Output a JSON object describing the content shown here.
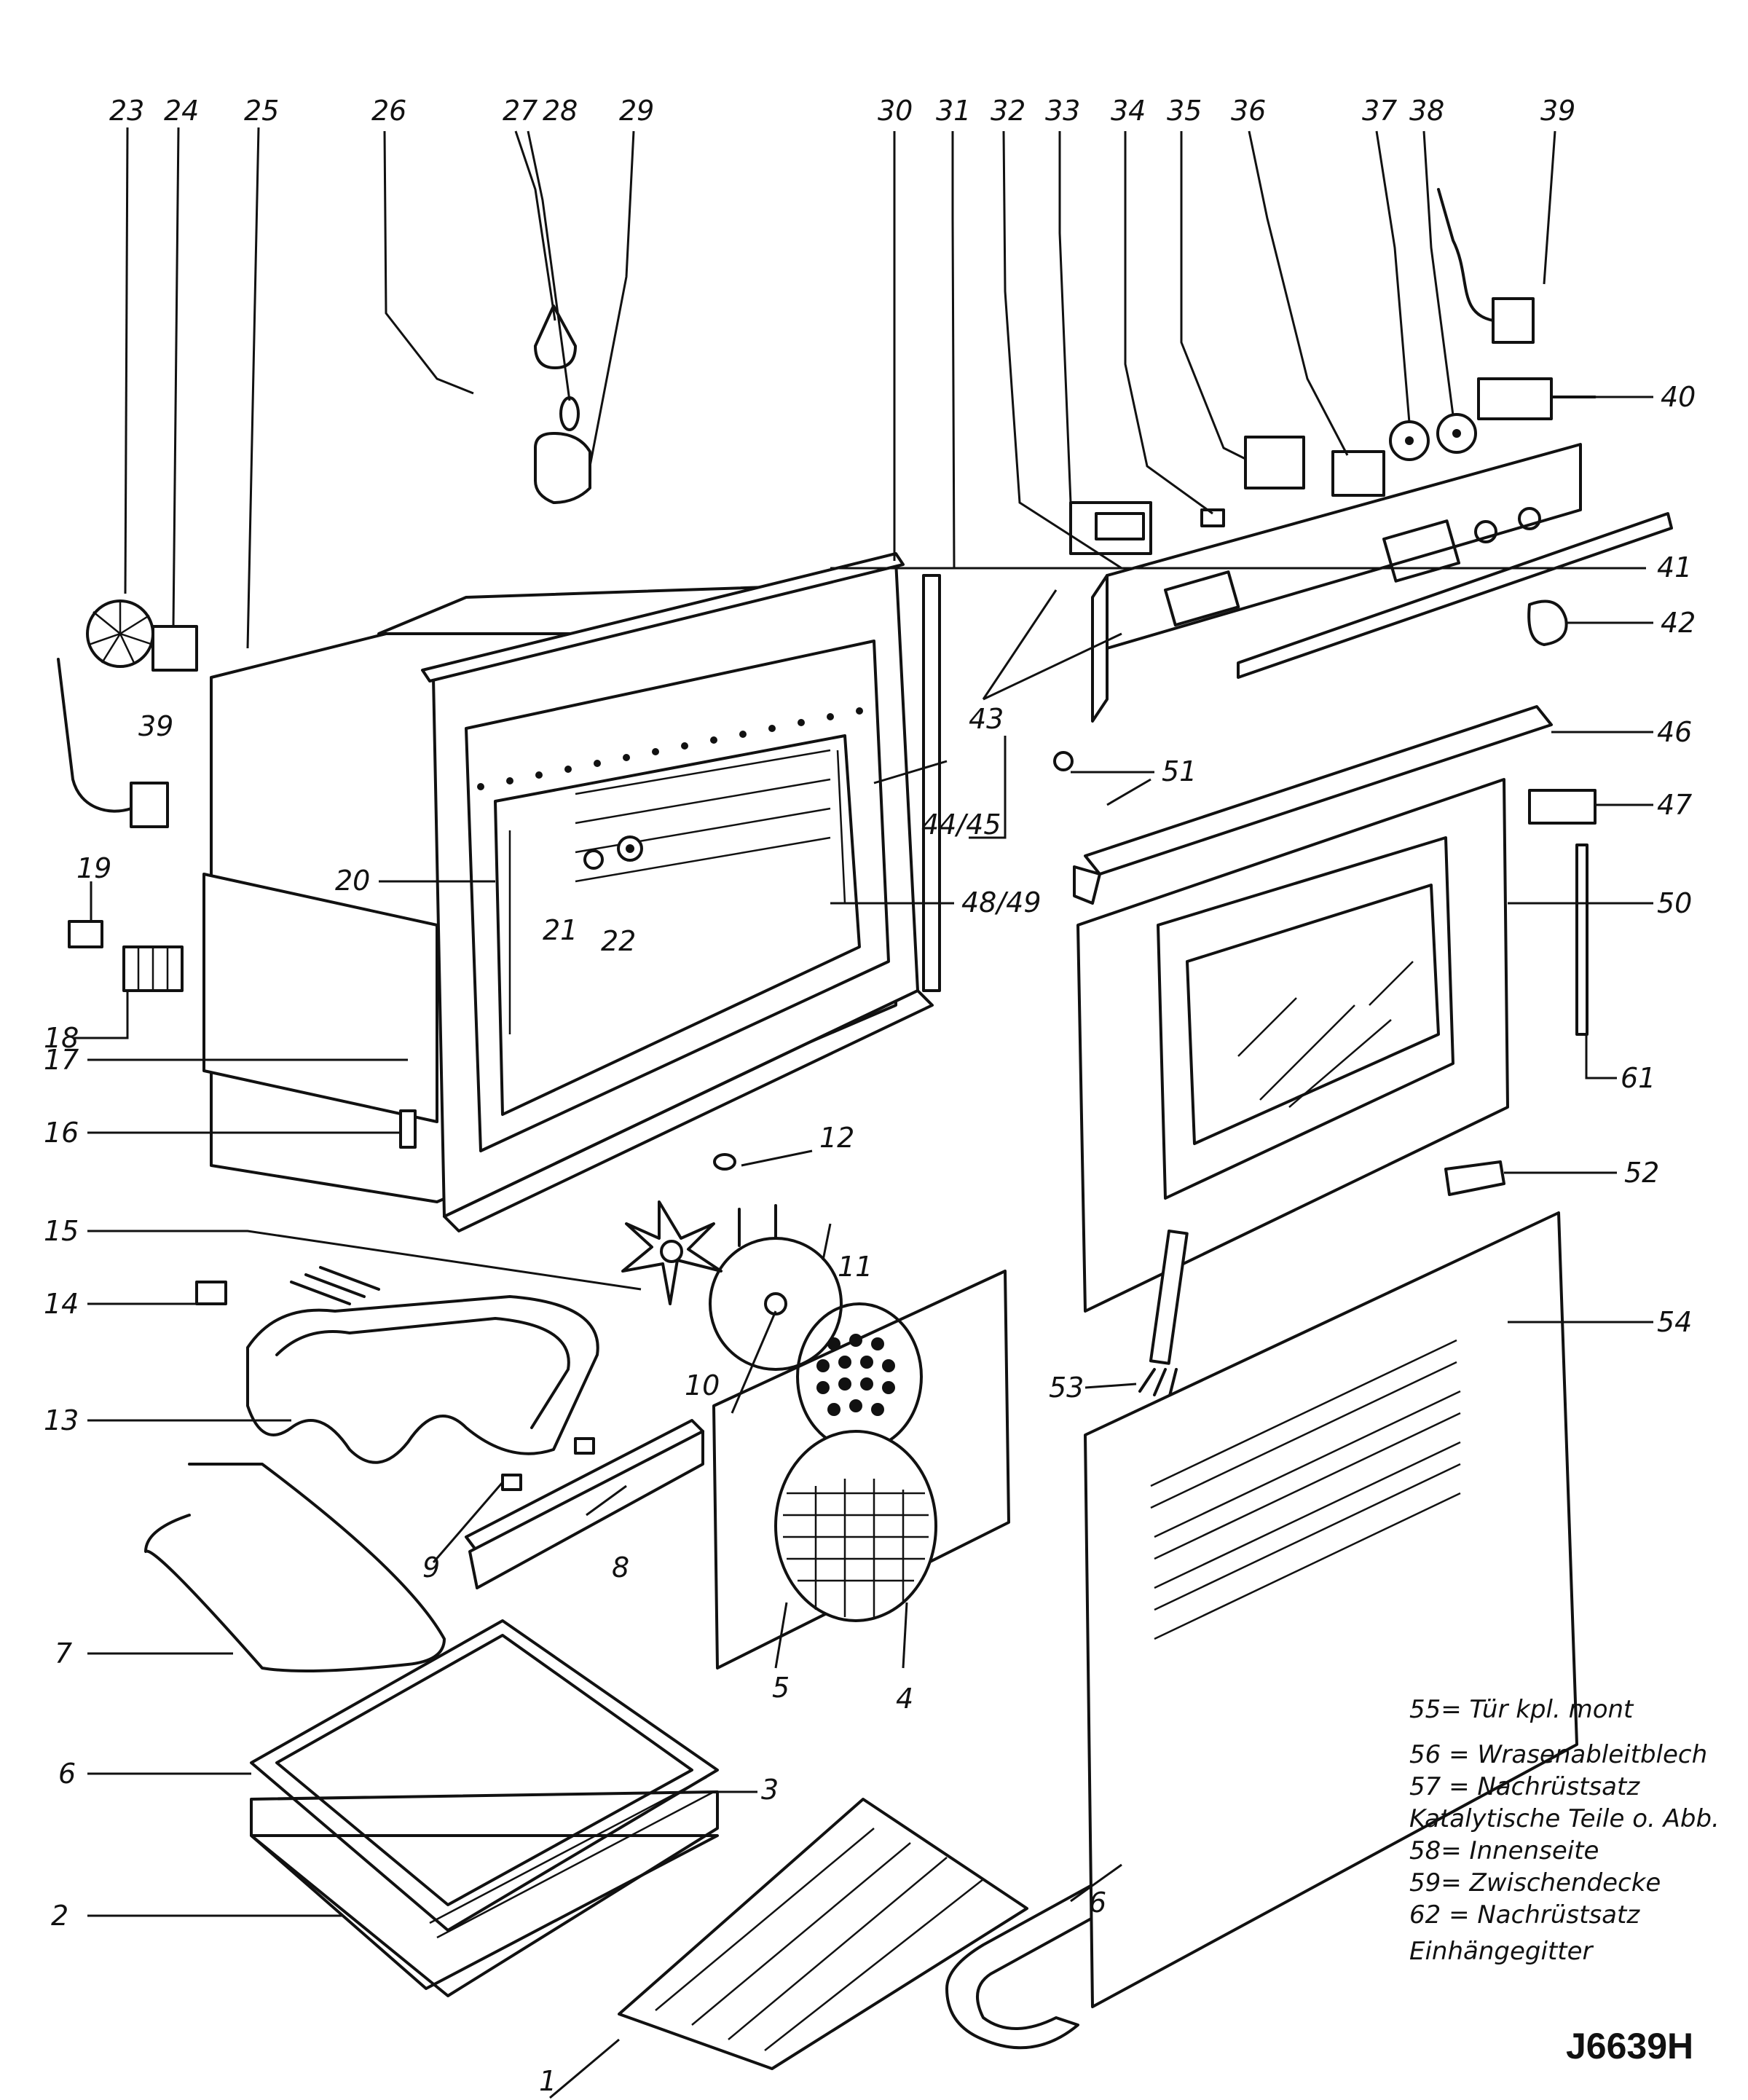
{
  "callouts": {
    "c1": "1",
    "c2": "2",
    "c3": "3",
    "c4": "4",
    "c5": "5",
    "c6a": "6",
    "c6b": "6",
    "c7": "7",
    "c8": "8",
    "c9": "9",
    "c10": "10",
    "c11": "11",
    "c12": "12",
    "c13": "13",
    "c14": "14",
    "c15": "15",
    "c16": "16",
    "c17": "17",
    "c18": "18",
    "c19": "19",
    "c20": "20",
    "c21": "21",
    "c22": "22",
    "c23": "23",
    "c24": "24",
    "c25": "25",
    "c26": "26",
    "c27": "27",
    "c28": "28",
    "c29": "29",
    "c30": "30",
    "c31": "31",
    "c32": "32",
    "c33": "33",
    "c34": "34",
    "c35": "35",
    "c36": "36",
    "c37": "37",
    "c38": "38",
    "c39a": "39",
    "c39b": "39",
    "c40": "40",
    "c41": "41",
    "c42": "42",
    "c43": "43",
    "c4445": "44/45",
    "c46": "46",
    "c47": "47",
    "c4849": "48/49",
    "c50": "50",
    "c51": "51",
    "c52": "52",
    "c53": "53",
    "c54": "54",
    "c61": "61"
  },
  "legend": {
    "line1": "55= Tür  kpl. mont",
    "line2": "56 = Wrasenableitblech",
    "line3": "57 = Nachrüstsatz",
    "line4": "Katalytische  Teile o. Abb.",
    "line5": "58= Innenseite",
    "line6": "59= Zwischendecke",
    "line7": "62 = Nachrüstsatz",
    "line8": "Einhängegitter"
  },
  "drawing_code": "J6639H"
}
